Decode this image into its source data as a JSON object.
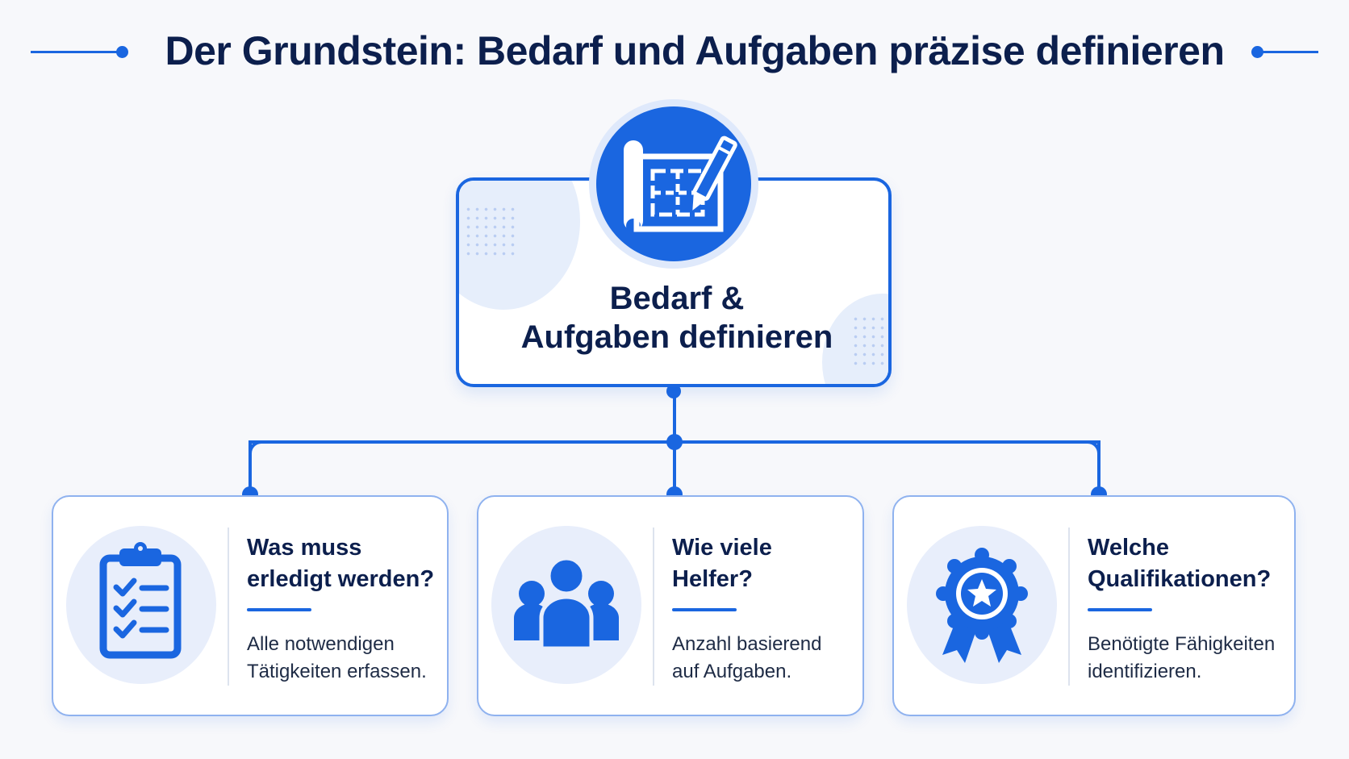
{
  "title": "Der Grundstein: Bedarf und Aufgaben präzise definieren",
  "main": {
    "label_line1": "Bedarf &",
    "label_line2": "Aufgaben definieren",
    "icon": "blueprint-pencil-icon"
  },
  "cards": [
    {
      "title_line1": "Was muss",
      "title_line2": "erledigt werden?",
      "desc_line1": "Alle notwendigen",
      "desc_line2": "Tätigkeiten erfassen.",
      "icon": "clipboard-checklist-icon"
    },
    {
      "title_line1": "Wie viele",
      "title_line2": "Helfer?",
      "desc_line1": "Anzahl basierend",
      "desc_line2": "auf Aufgaben.",
      "icon": "group-people-icon"
    },
    {
      "title_line1": "Welche",
      "title_line2": "Qualifikationen?",
      "desc_line1": "Benötigte Fähigkeiten",
      "desc_line2": "identifizieren.",
      "icon": "award-badge-icon"
    }
  ],
  "colors": {
    "accent": "#1a66e0",
    "title": "#0c1f4d",
    "icon_bg": "#e8eefb",
    "card_border": "#8fb2ef"
  }
}
